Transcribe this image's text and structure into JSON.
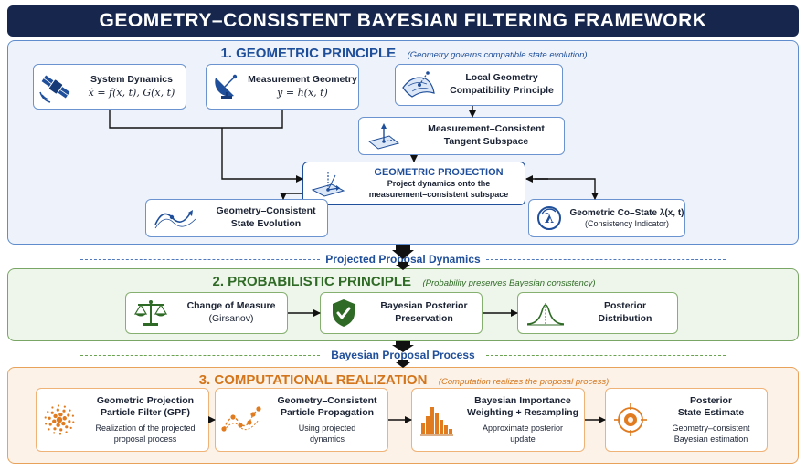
{
  "title": "GEOMETRY–CONSISTENT BAYESIAN FILTERING FRAMEWORK",
  "section1": {
    "heading": "1. GEOMETRIC PRINCIPLE",
    "subtitle": "(Geometry governs compatible state evolution)",
    "system_dynamics": {
      "title": "System Dynamics",
      "formula": "ẋ = f(x, t), G(x, t)",
      "icon": "satellite-icon"
    },
    "measurement_geometry": {
      "title": "Measurement Geometry",
      "formula": "y = h(x, t)",
      "icon": "satellite-dish-icon"
    },
    "local_geometry": {
      "title": "Local Geometry",
      "subtitle": "Compatibility Principle",
      "icon": "curved-surface-icon"
    },
    "tangent_subspace": {
      "title": "Measurement–Consistent",
      "subtitle": "Tangent Subspace",
      "icon": "tangent-plane-icon"
    },
    "projection": {
      "title": "GEOMETRIC PROJECTION",
      "line1": "Project dynamics onto the",
      "line2": "measurement–consistent subspace",
      "icon": "projection-plane-icon"
    },
    "state_evolution": {
      "title": "Geometry–Consistent",
      "subtitle": "State Evolution",
      "icon": "wave-curve-icon"
    },
    "costate": {
      "title": "Geometric Co–State λ(x, t)",
      "subtitle": "(Consistency Indicator)",
      "icon": "lambda-icon"
    }
  },
  "flow1": "Projected Proposal Dynamics",
  "section2": {
    "heading": "2. PROBABILISTIC PRINCIPLE",
    "subtitle": "(Probability preserves Bayesian consistency)",
    "change_measure": {
      "title": "Change of Measure",
      "subtitle": "(Girsanov)",
      "icon": "balance-scale-icon"
    },
    "posterior_preservation": {
      "title": "Bayesian Posterior",
      "subtitle": "Preservation",
      "icon": "shield-check-icon"
    },
    "posterior_distribution": {
      "title": "Posterior",
      "subtitle": "Distribution",
      "icon": "bell-curve-icon"
    }
  },
  "flow2": "Bayesian Proposal Process",
  "section3": {
    "heading": "3. COMPUTATIONAL REALIZATION",
    "subtitle": "(Computation realizes the proposal process)",
    "gpf": {
      "title1": "Geometric Projection",
      "title2": "Particle Filter (GPF)",
      "desc1": "Realization of the projected",
      "desc2": "proposal process",
      "icon": "particle-cloud-icon"
    },
    "propagation": {
      "title1": "Geometry–Consistent",
      "title2": "Particle Propagation",
      "desc1": "Using projected",
      "desc2": "dynamics",
      "icon": "particle-path-icon"
    },
    "weighting": {
      "title1": "Bayesian Importance",
      "title2": "Weighting + Resampling",
      "desc1": "Approximate posterior",
      "desc2": "update",
      "icon": "histogram-icon"
    },
    "estimate": {
      "title1": "Posterior",
      "title2": "State Estimate",
      "desc1": "Geometry–consistent",
      "desc2": "Bayesian estimation",
      "icon": "target-icon"
    }
  },
  "colors": {
    "title_bg": "#16264d",
    "blue": "#1f4e9a",
    "green": "#2f6b26",
    "orange": "#d3751c"
  }
}
